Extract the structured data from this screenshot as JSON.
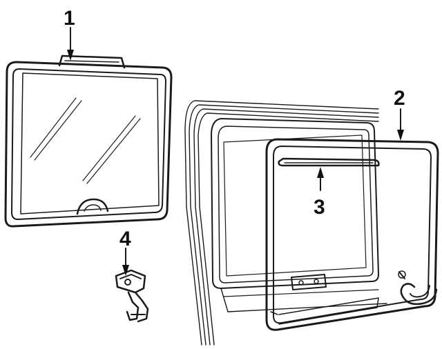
{
  "callouts": [
    {
      "id": "1",
      "text": "1"
    },
    {
      "id": "2",
      "text": "2"
    },
    {
      "id": "3",
      "text": "3"
    },
    {
      "id": "4",
      "text": "4"
    }
  ],
  "colors": {
    "ink": "#1a1a1a",
    "background": "#ffffff"
  }
}
